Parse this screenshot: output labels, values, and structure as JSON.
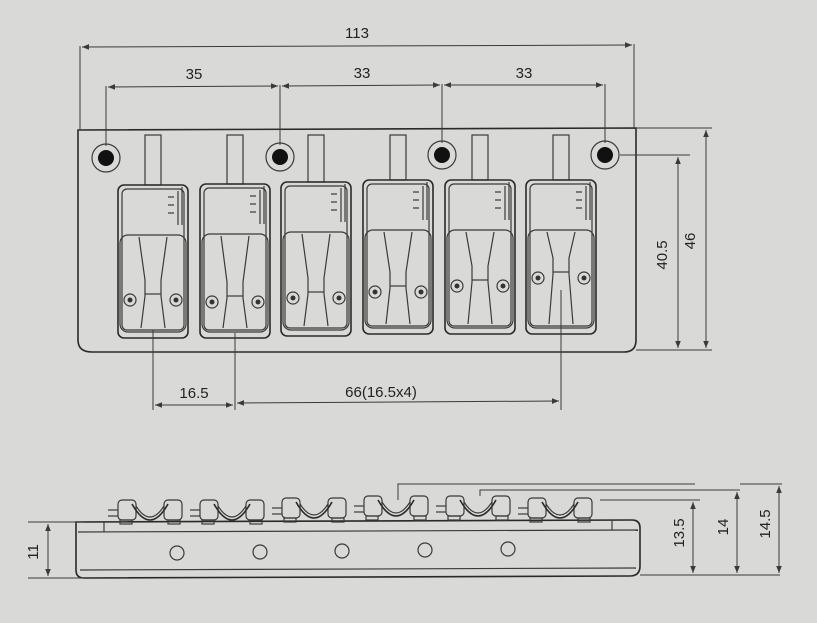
{
  "top_view": {
    "dimensions": {
      "overall_width": "113",
      "hole_spacing_left": "35",
      "hole_spacing_middle": "33",
      "hole_spacing_right": "33",
      "hole_height": "40.5",
      "overall_height": "46",
      "string_spacing_first": "16.5",
      "string_spacing_total": "66(16.5x4)"
    }
  },
  "side_view": {
    "dimensions": {
      "base_height": "11",
      "saddle_height_min": "13.5",
      "saddle_height_mid": "14",
      "saddle_height_max": "14.5"
    }
  },
  "colors": {
    "paper": "#d9d9d7",
    "line": "#3a3a3a"
  }
}
